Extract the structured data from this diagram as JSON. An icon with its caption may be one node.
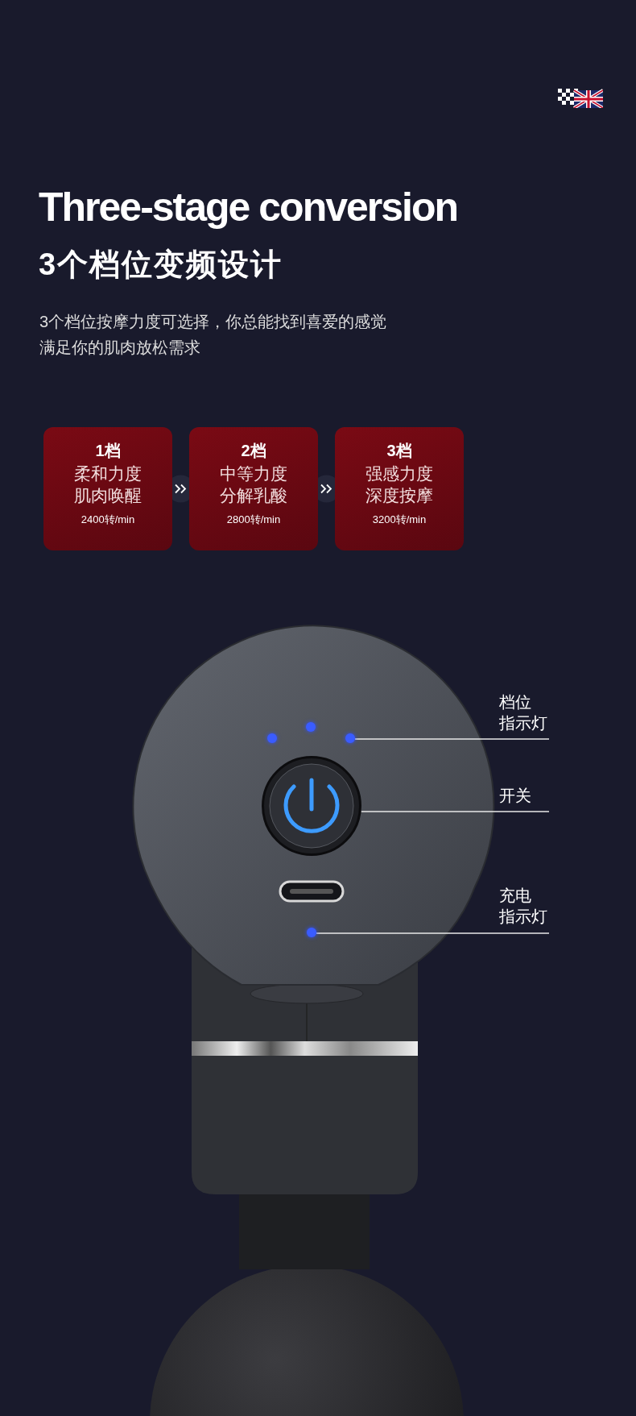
{
  "diagram": {
    "title": "Three-stage conversion",
    "nodes": [
      {
        "text": [
          "1档",
          "柔和力度",
          "肌肉唤醒",
          "2400转/min"
        ]
      },
      {
        "text": [
          "2档",
          "中等力度",
          "分解乳酸",
          "2800转/min"
        ]
      },
      {
        "text": [
          "3档",
          "强感力度",
          "深度按摩",
          "3200转/min"
        ]
      },
      {
        "text": [
          "档位",
          "指示灯"
        ]
      },
      {
        "text": [],
        "shape": "circle"
      },
      {
        "text": [],
        "shape": "circle"
      },
      {
        "text": [],
        "shape": "circle"
      },
      {
        "text": [
          "开关"
        ]
      },
      {
        "text": [],
        "shape": "circle"
      },
      {
        "text": [
          "充电",
          "指示灯"
        ]
      },
      {
        "text": [],
        "shape": "circle"
      }
    ],
    "edges": [
      {
        "from": 0,
        "to": 1,
        "arrow": "to",
        "color": "#25273a"
      },
      {
        "from": 1,
        "to": 2,
        "arrow": "to",
        "color": "#25273a"
      },
      {
        "from": 3,
        "to": 6,
        "arrow": "none"
      },
      {
        "from": 7,
        "to": 8,
        "arrow": "none"
      },
      {
        "from": 9,
        "to": 10,
        "arrow": "none"
      }
    ],
    "labels": [
      "3个档位变频设计",
      "3个档位按摩力度可选择，你总能找到喜爱的感觉",
      "满足你的肌肉放松需求"
    ]
  }
}
